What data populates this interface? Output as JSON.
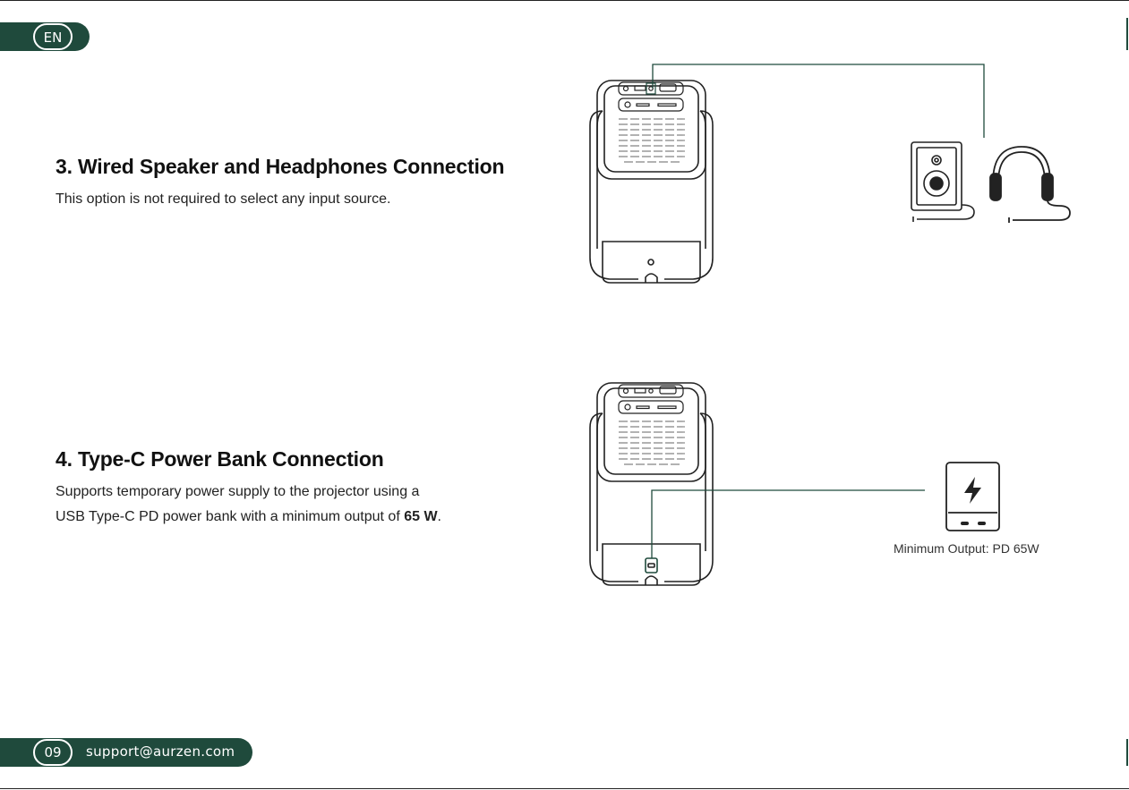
{
  "header": {
    "language": "EN"
  },
  "sections": [
    {
      "title": "3. Wired Speaker and Headphones Connection",
      "description": "This option is not required to select any input source."
    },
    {
      "title": "4. Type-C Power Bank Connection",
      "description_line1": "Supports temporary power supply to the projector using a",
      "description_line2_prefix": "USB Type-C PD power bank with a minimum output of ",
      "description_line2_bold": "65 W",
      "description_line2_suffix": ".",
      "caption": "Minimum Output: PD 65W"
    }
  ],
  "footer": {
    "page_number": "09",
    "email": "support@aurzen.com"
  },
  "colors": {
    "brand": "#1f4a3c",
    "line": "#1f4a3c"
  },
  "icons": [
    "projector-rear-icon",
    "speaker-icon",
    "headphones-icon",
    "power-bank-icon",
    "lightning-icon"
  ]
}
